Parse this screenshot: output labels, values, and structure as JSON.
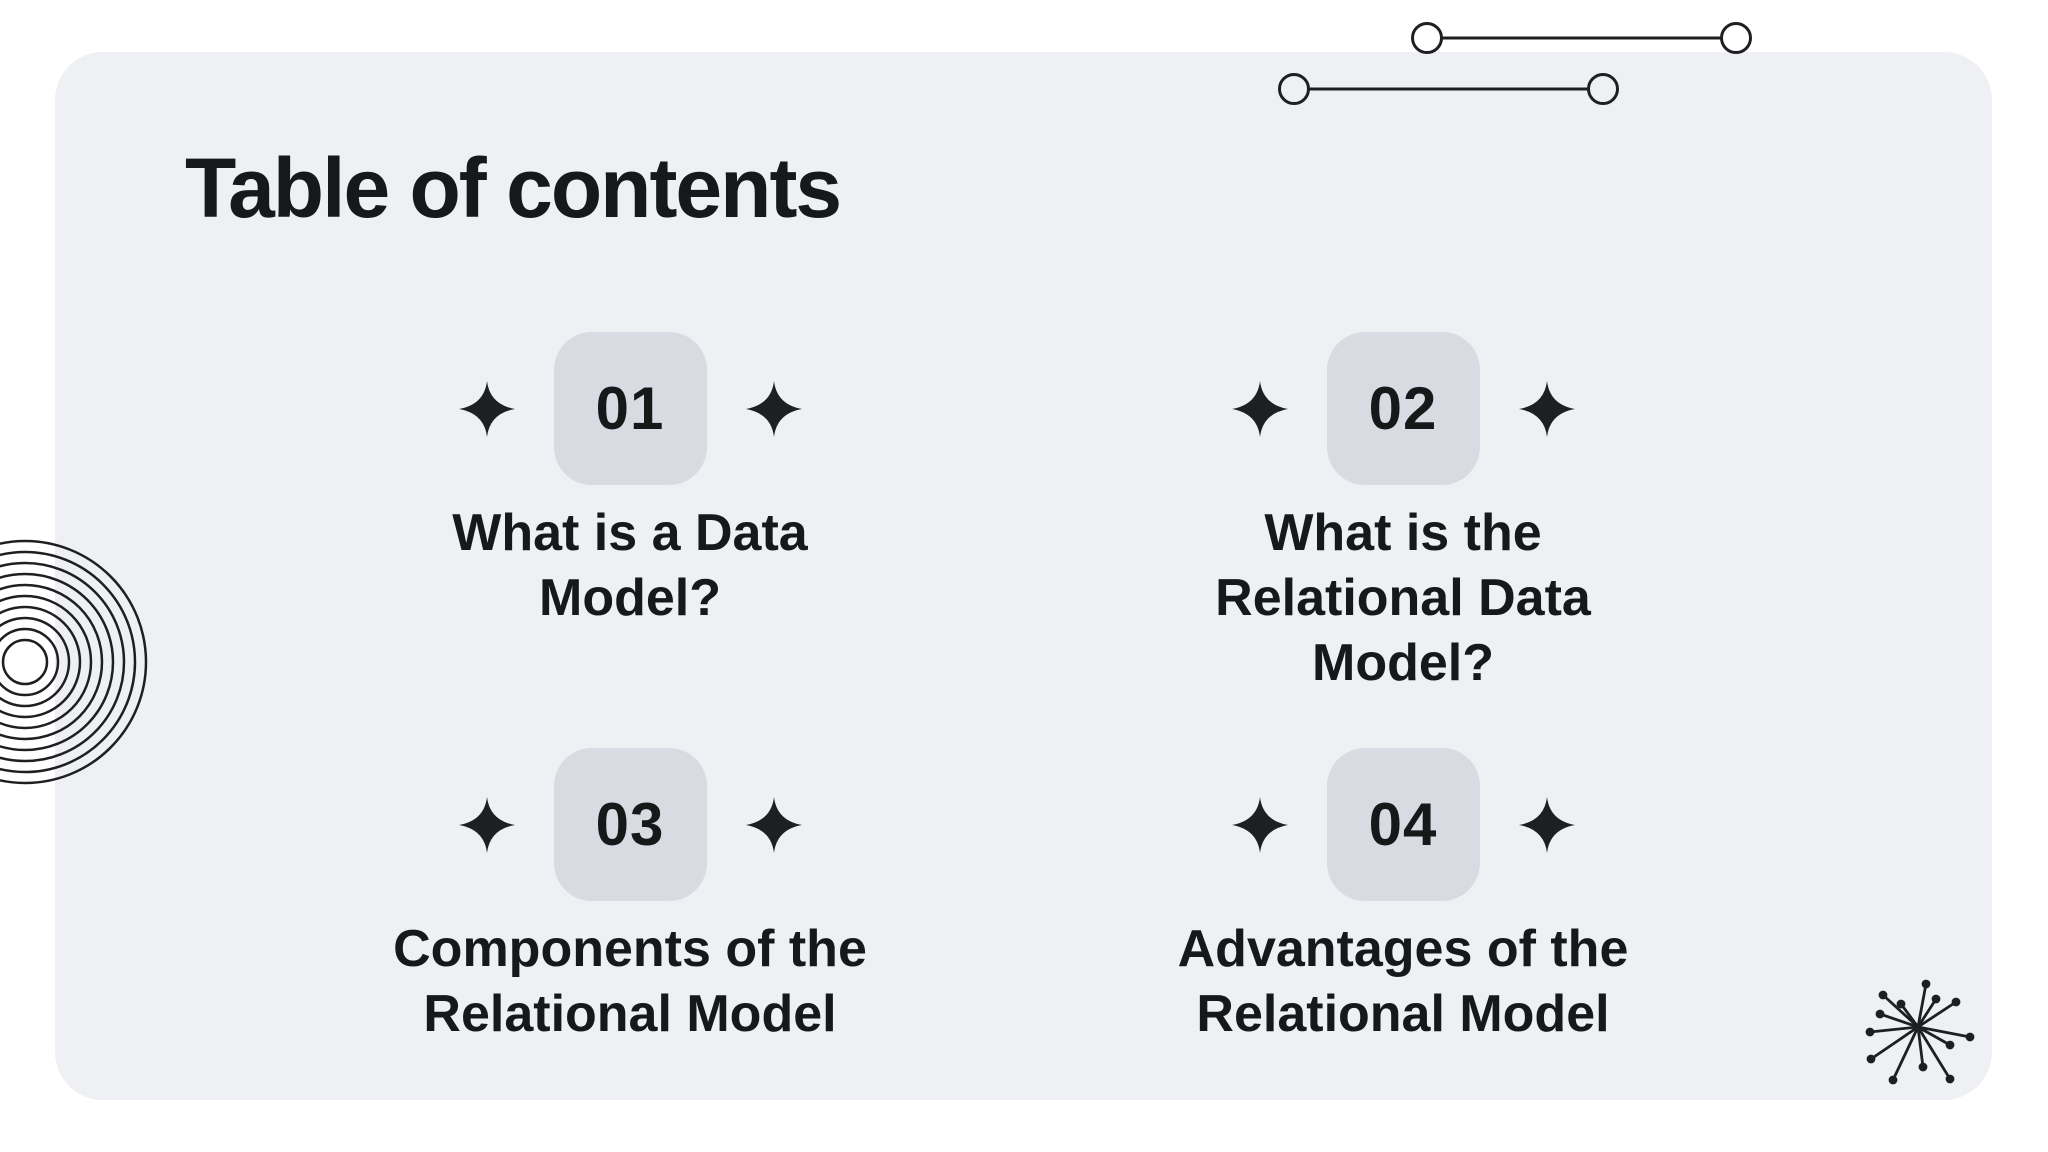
{
  "slide": {
    "title": "Table of contents"
  },
  "toc": {
    "items": [
      {
        "number": "01",
        "title": "What is a Data\nModel?"
      },
      {
        "number": "02",
        "title": "What is the\nRelational Data\nModel?"
      },
      {
        "number": "03",
        "title": "Components of the\nRelational Model"
      },
      {
        "number": "04",
        "title": "Advantages of the\nRelational Model"
      }
    ]
  },
  "decorations": {
    "sparkle": "four-pointed-sparkle",
    "top_right": "two-connector-lines-with-circle-ends",
    "left": "concentric-circles",
    "bottom_right": "starburst"
  },
  "colors": {
    "page_bg": "#ffffff",
    "card_bg": "#eef0f3",
    "badge_bg": "#d9dbe3",
    "text": "#17181a",
    "line": "#1e1f21"
  }
}
